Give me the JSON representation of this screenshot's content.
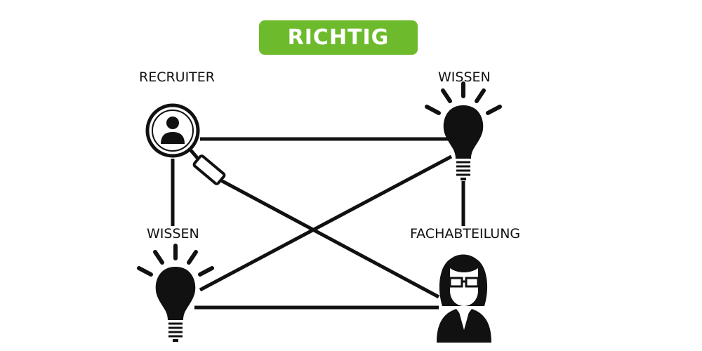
{
  "badge": {
    "text": "RICHTIG",
    "color": "#6dbb2c"
  },
  "labels": {
    "recruiter": "RECRUITER",
    "wissen_top": "WISSEN",
    "wissen_bottom": "WISSEN",
    "fachabteilung": "FACHABTEILUNG"
  },
  "nodes": [
    {
      "id": "recruiter",
      "icon": "magnifier-person-icon"
    },
    {
      "id": "wissen_top",
      "icon": "lightbulb-icon"
    },
    {
      "id": "wissen_bottom",
      "icon": "lightbulb-icon"
    },
    {
      "id": "fachabteilung",
      "icon": "woman-glasses-icon"
    }
  ],
  "connections": [
    [
      "recruiter",
      "wissen_top"
    ],
    [
      "recruiter",
      "wissen_bottom"
    ],
    [
      "recruiter",
      "fachabteilung"
    ],
    [
      "wissen_top",
      "wissen_bottom"
    ],
    [
      "wissen_top",
      "fachabteilung"
    ],
    [
      "wissen_bottom",
      "fachabteilung"
    ]
  ]
}
